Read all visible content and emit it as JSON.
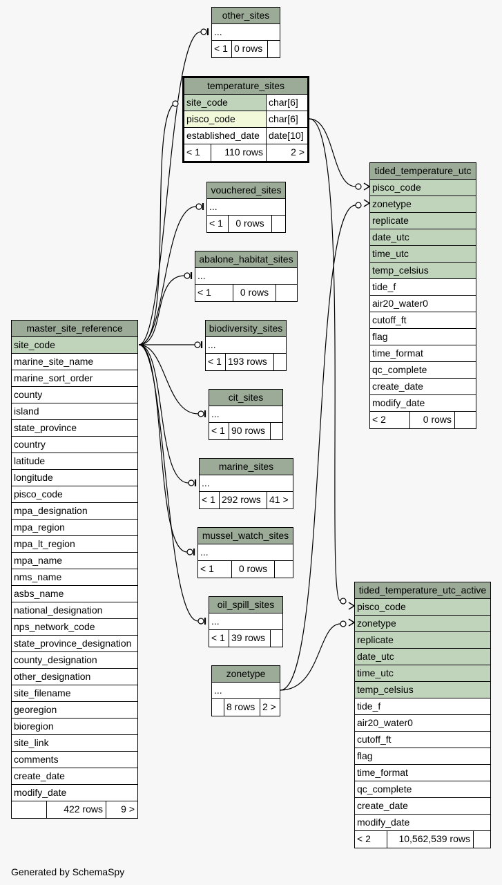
{
  "tables": [
    {
      "key": "other_sites",
      "name": "other_sites",
      "placeholder": "...",
      "rows_label": "0 rows",
      "parents": "< 1",
      "children": ""
    },
    {
      "key": "temperature_sites",
      "name": "temperature_sites",
      "columns": [
        {
          "name": "site_code",
          "type": "char[6]"
        },
        {
          "name": "pisco_code",
          "type": "char[6]"
        },
        {
          "name": "established_date",
          "type": "date[10]"
        }
      ],
      "rows_label": "110 rows",
      "parents": "< 1",
      "children": "2 >"
    },
    {
      "key": "vouchered_sites",
      "name": "vouchered_sites",
      "placeholder": "...",
      "rows_label": "0 rows",
      "parents": "< 1",
      "children": ""
    },
    {
      "key": "abalone_habitat_sites",
      "name": "abalone_habitat_sites",
      "placeholder": "...",
      "rows_label": "0 rows",
      "parents": "< 1",
      "children": ""
    },
    {
      "key": "biodiversity_sites",
      "name": "biodiversity_sites",
      "placeholder": "...",
      "rows_label": "193 rows",
      "parents": "< 1",
      "children": ""
    },
    {
      "key": "cit_sites",
      "name": "cit_sites",
      "placeholder": "...",
      "rows_label": "90 rows",
      "parents": "< 1",
      "children": ""
    },
    {
      "key": "marine_sites",
      "name": "marine_sites",
      "placeholder": "...",
      "rows_label": "292 rows",
      "parents": "< 1",
      "children": "41 >"
    },
    {
      "key": "mussel_watch_sites",
      "name": "mussel_watch_sites",
      "placeholder": "...",
      "rows_label": "0 rows",
      "parents": "< 1",
      "children": ""
    },
    {
      "key": "oil_spill_sites",
      "name": "oil_spill_sites",
      "placeholder": "...",
      "rows_label": "39 rows",
      "parents": "< 1",
      "children": ""
    },
    {
      "key": "zonetype",
      "name": "zonetype",
      "placeholder": "...",
      "rows_label": "8 rows",
      "parents": "",
      "children": "2 >"
    },
    {
      "key": "master_site_reference",
      "name": "master_site_reference",
      "columns": [
        "site_code",
        "marine_site_name",
        "marine_sort_order",
        "county",
        "island",
        "state_province",
        "country",
        "latitude",
        "longitude",
        "pisco_code",
        "mpa_designation",
        "mpa_region",
        "mpa_lt_region",
        "mpa_name",
        "nms_name",
        "asbs_name",
        "national_designation",
        "nps_network_code",
        "state_province_designation",
        "county_designation",
        "other_designation",
        "site_filename",
        "georegion",
        "bioregion",
        "site_link",
        "comments",
        "create_date",
        "modify_date"
      ],
      "rows_label": "422 rows",
      "parents": "",
      "children": "9 >"
    },
    {
      "key": "tided_temperature_utc",
      "name": "tided_temperature_utc",
      "columns": [
        "pisco_code",
        "zonetype",
        "replicate",
        "date_utc",
        "time_utc",
        "temp_celsius",
        "tide_f",
        "air20_water0",
        "cutoff_ft",
        "flag",
        "time_format",
        "qc_complete",
        "create_date",
        "modify_date"
      ],
      "rows_label": "0 rows",
      "parents": "< 2",
      "children": ""
    },
    {
      "key": "tided_temperature_utc_active",
      "name": "tided_temperature_utc_active",
      "columns": [
        "pisco_code",
        "zonetype",
        "replicate",
        "date_utc",
        "time_utc",
        "temp_celsius",
        "tide_f",
        "air20_water0",
        "cutoff_ft",
        "flag",
        "time_format",
        "qc_complete",
        "create_date",
        "modify_date"
      ],
      "rows_label": "10,562,539 rows",
      "parents": "< 2",
      "children": ""
    }
  ],
  "footer": "Generated by SchemaSpy",
  "colors": {
    "header": "#9cab98",
    "key_column": "#c0d3bb",
    "index_column": "#f2f8da",
    "background": "#f7f7f7"
  }
}
